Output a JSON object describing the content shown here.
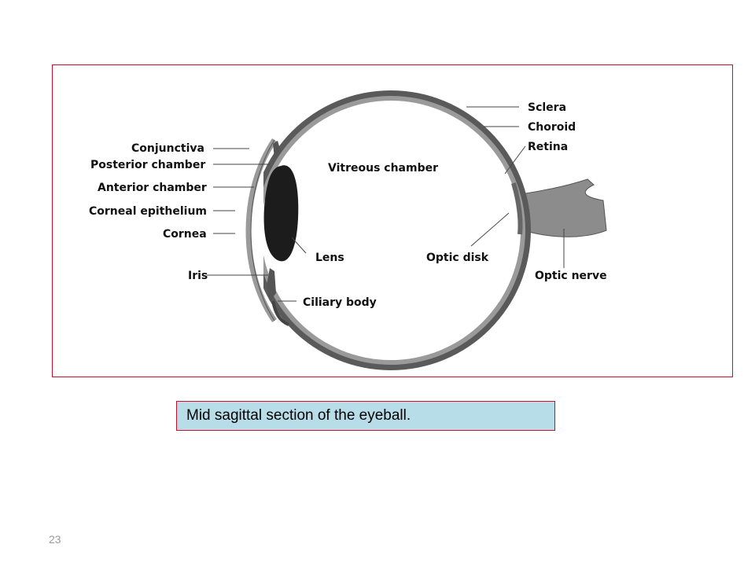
{
  "diagram": {
    "labels": {
      "sclera": "Sclera",
      "choroid": "Choroid",
      "retina": "Retina",
      "conjunctiva": "Conjunctiva",
      "posterior_chamber": "Posterior chamber",
      "vitreous_chamber": "Vitreous chamber",
      "anterior_chamber": "Anterior chamber",
      "corneal_epithelium": "Corneal epithelium",
      "cornea": "Cornea",
      "lens": "Lens",
      "optic_disk": "Optic disk",
      "optic_nerve": "Optic nerve",
      "iris": "Iris",
      "ciliary_body": "Ciliary body"
    }
  },
  "caption": "Mid sagittal section of the eyeball.",
  "page_number": "23",
  "colors": {
    "frame_border": "#c8102e",
    "caption_fill": "#b7dde8",
    "page_number_text": "#9a9a9a"
  }
}
